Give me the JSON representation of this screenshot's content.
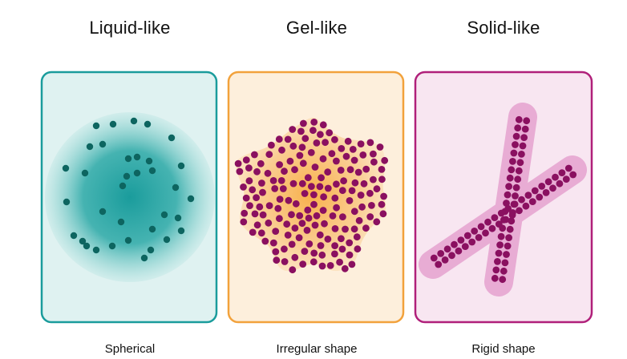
{
  "panels": [
    {
      "title": "Liquid-like",
      "caption": "Spherical"
    },
    {
      "title": "Gel-like",
      "caption": "Irregular shape"
    },
    {
      "title": "Solid-like",
      "caption": "Rigid shape"
    }
  ],
  "colors": {
    "liquid_border": "#1a9c9c",
    "liquid_bg": "#dff2f1",
    "liquid_dot": "#0d6560",
    "gel_border": "#f2a23c",
    "gel_bg": "#fdefdc",
    "gel_dot": "#8a1060",
    "solid_border": "#b0207a",
    "solid_bg": "#f8e6f1",
    "solid_dot": "#8a1060"
  }
}
